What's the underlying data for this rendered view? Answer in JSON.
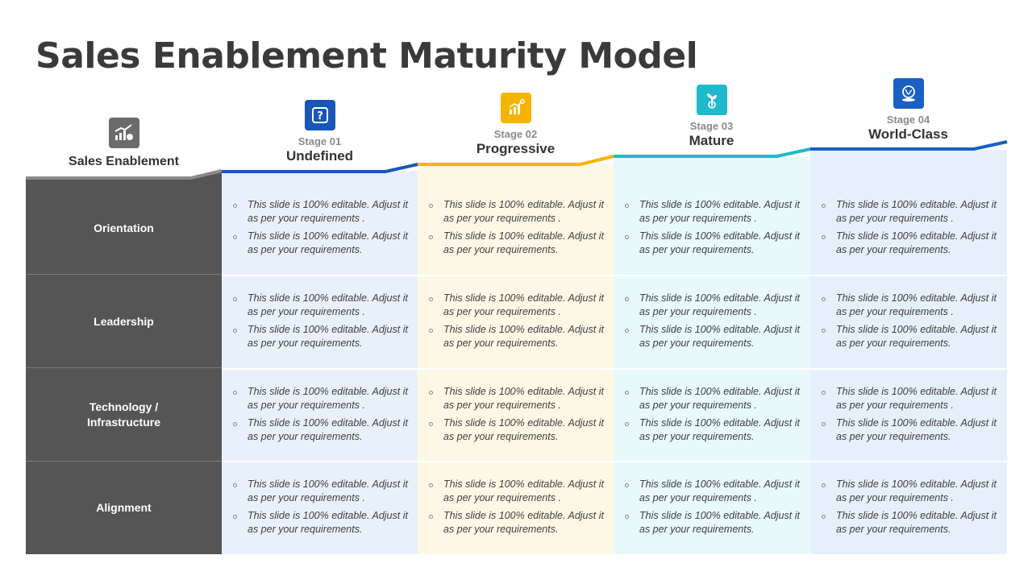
{
  "title": "Sales Enablement Maturity Model",
  "colors": {
    "side": "#555555",
    "stage1": "#1a56b8",
    "stage2": "#f5b400",
    "stage3": "#1fb9cc",
    "stage4": "#1a5fc4"
  },
  "side_header": {
    "icon": "money-growth-icon",
    "label": "Sales Enablement"
  },
  "stages": [
    {
      "num": "Stage 01",
      "name": "Undefined",
      "icon": "question-icon"
    },
    {
      "num": "Stage 02",
      "name": "Progressive",
      "icon": "bar-chart-icon"
    },
    {
      "num": "Stage 03",
      "name": "Mature",
      "icon": "plant-growth-icon"
    },
    {
      "num": "Stage 04",
      "name": "World-Class",
      "icon": "globe-icon"
    }
  ],
  "rows": [
    {
      "label": "Orientation"
    },
    {
      "label": "Leadership"
    },
    {
      "label": "Technology / Infrastructure"
    },
    {
      "label": "Alignment"
    }
  ],
  "cell_text": {
    "line1": "This slide is 100% editable. Adjust it as per your requirements .",
    "line2": "This slide is 100% editable. Adjust it as per your requirements."
  }
}
